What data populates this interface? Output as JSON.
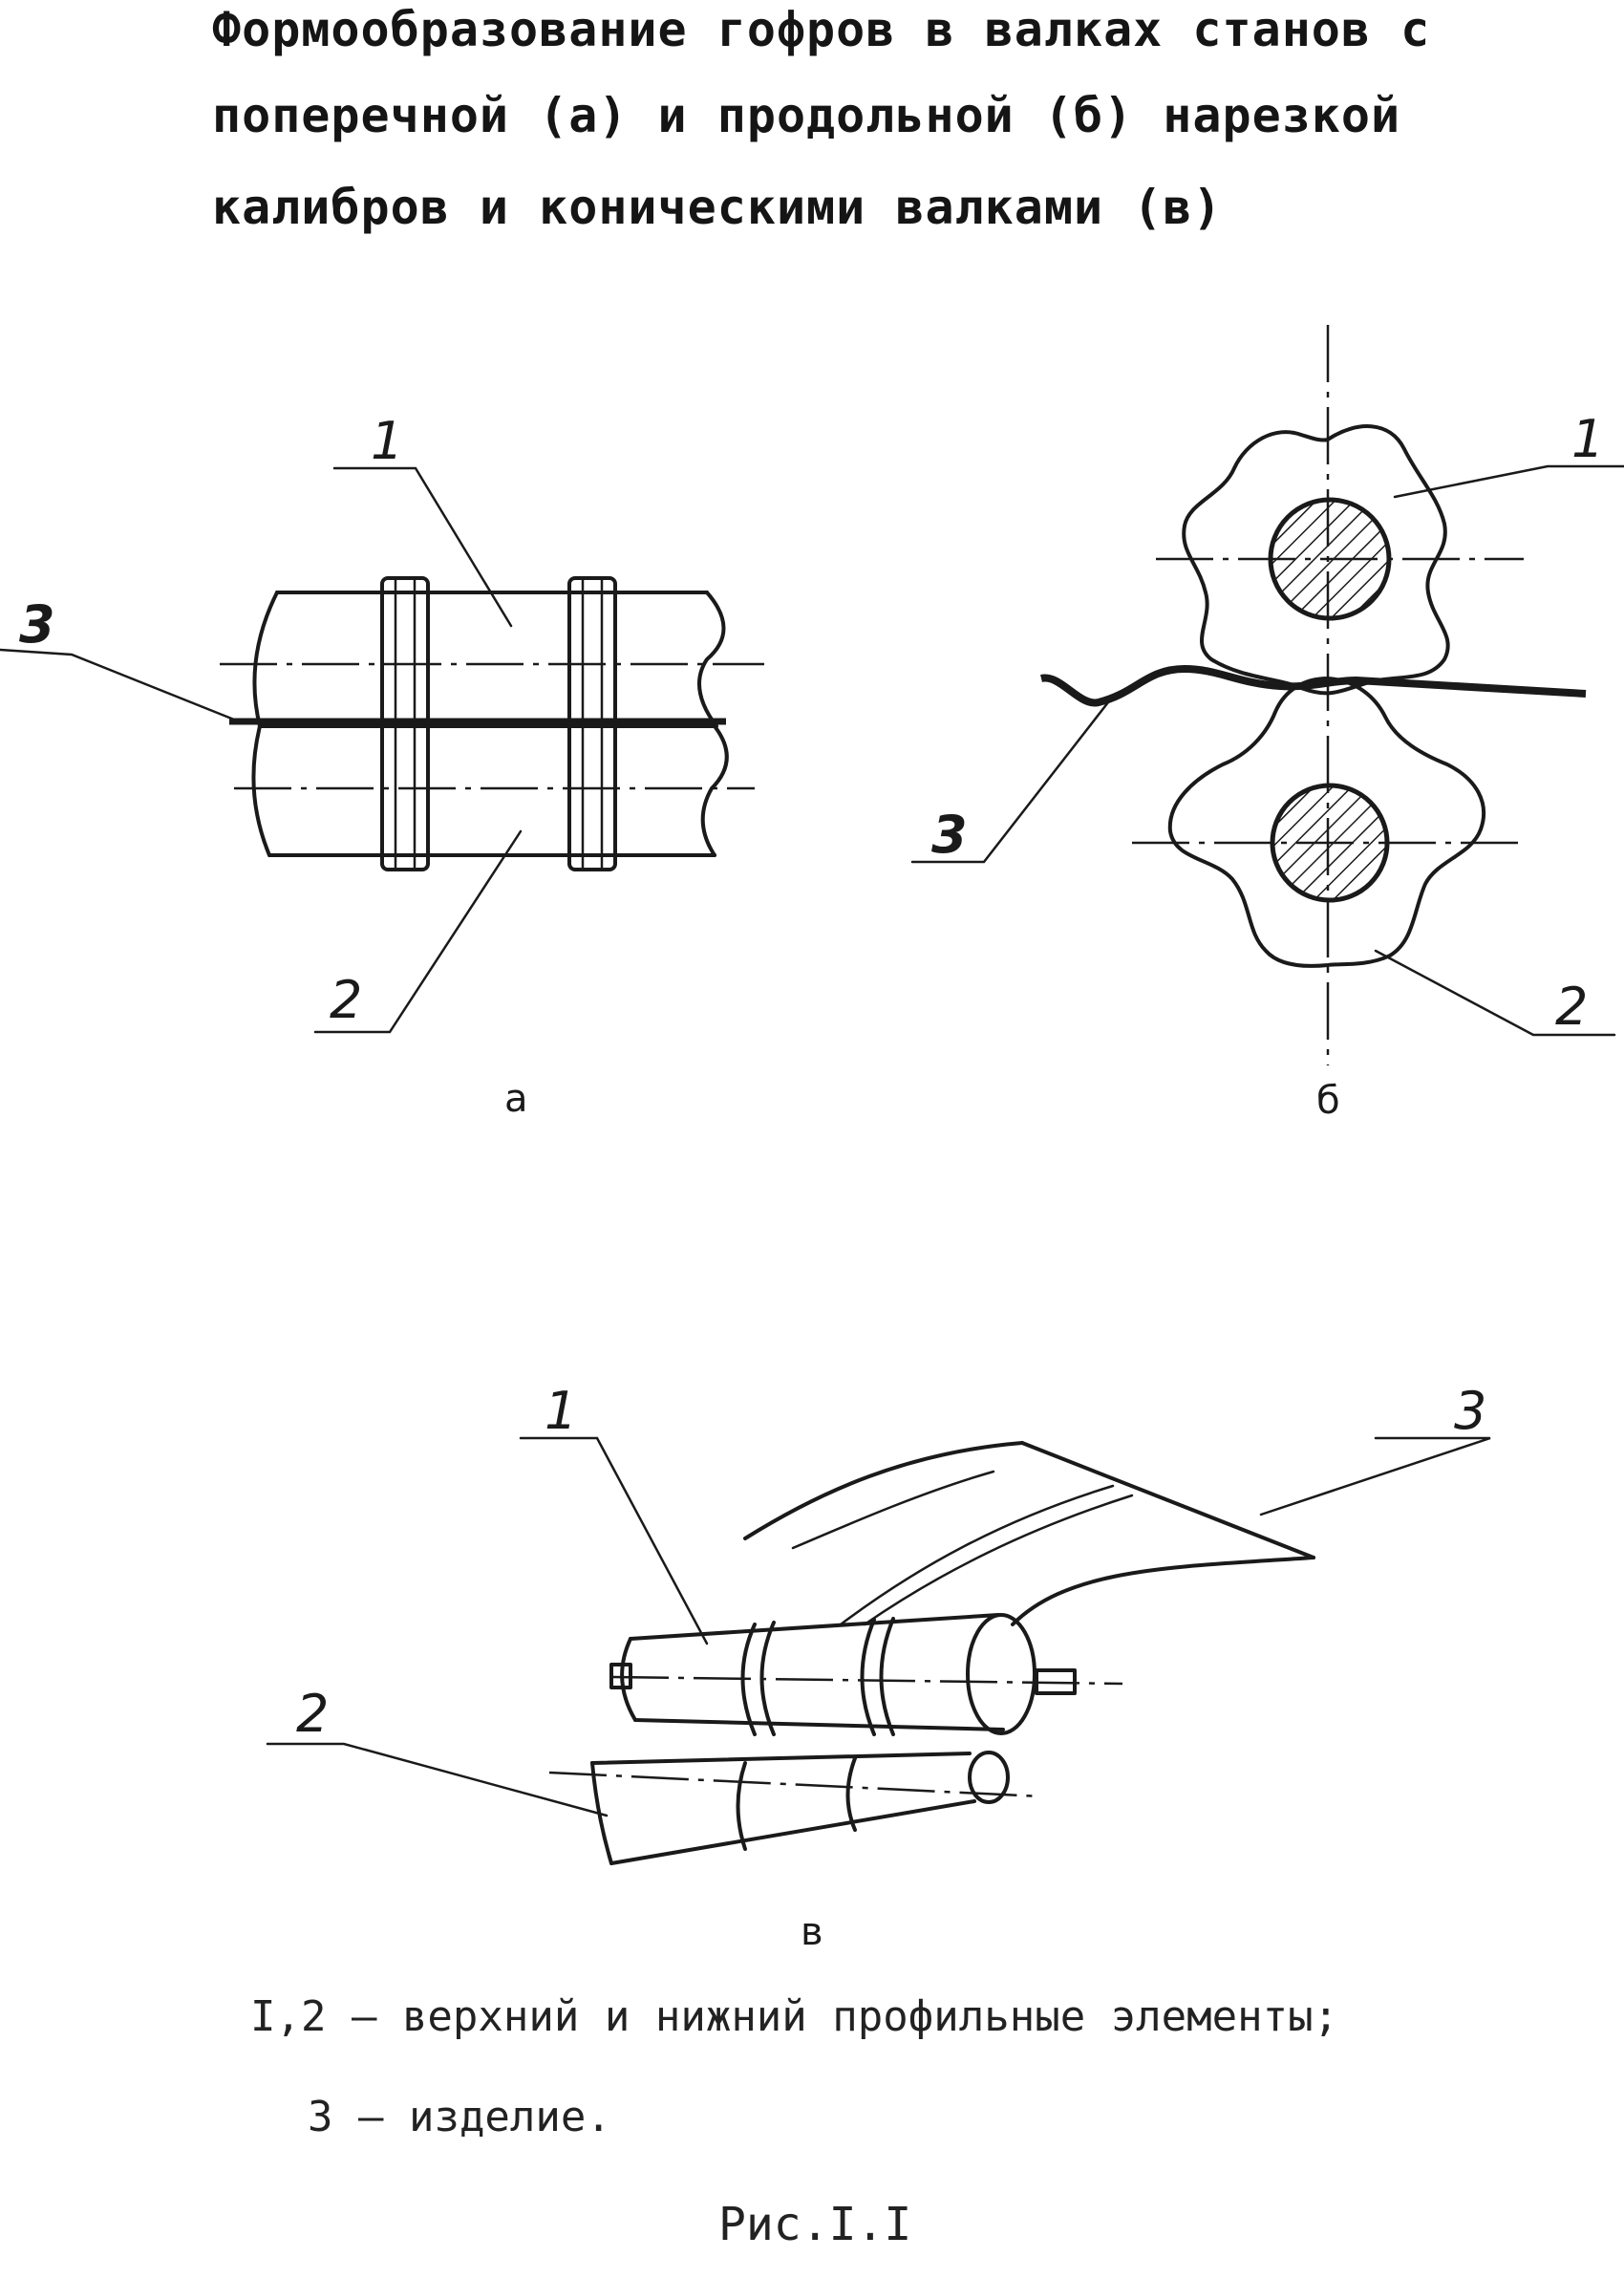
{
  "caption": {
    "line1": "Формообразование гофров в валках станов с",
    "line2": "поперечной (а) и продольной (б) нарезкой",
    "line3": "калибров и коническими валками  (в)"
  },
  "figures": {
    "a": {
      "label": "а",
      "callouts": [
        "1",
        "2",
        "3"
      ]
    },
    "b": {
      "label": "б",
      "callouts": [
        "1",
        "2",
        "3"
      ]
    },
    "c": {
      "label": "в",
      "callouts": [
        "1",
        "2",
        "3"
      ]
    }
  },
  "legend": {
    "line1": "I,2 – верхний и нижний профильные элементы;",
    "line2": "3 – изделие."
  },
  "figure_number": "Рис.I.I"
}
